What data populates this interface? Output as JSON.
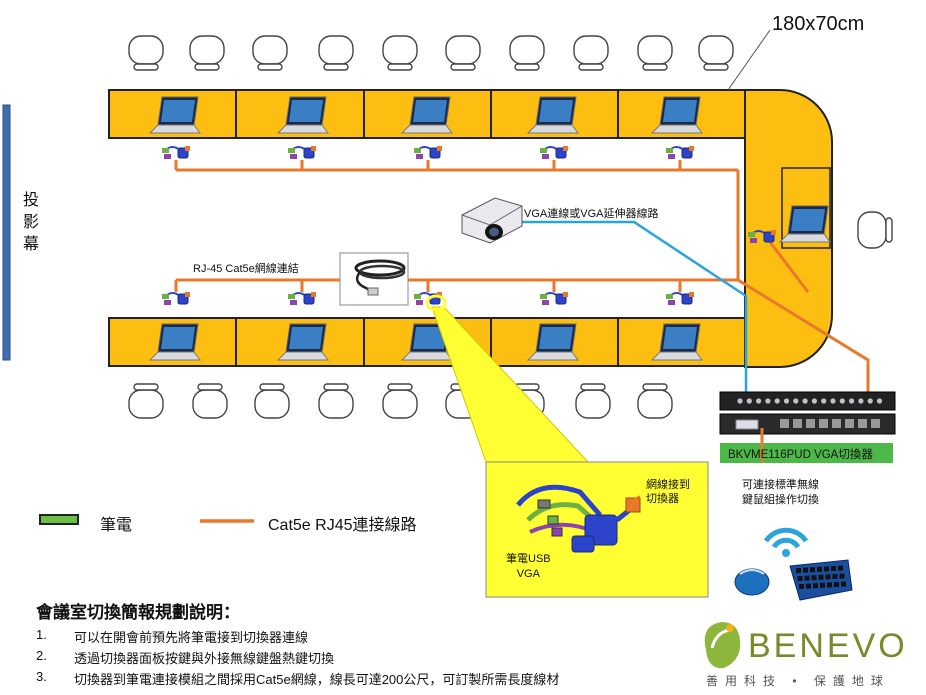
{
  "size_label": "180x70cm",
  "screen_label": "投影幕",
  "projector_label": "VGA連線或VGA延伸器線路",
  "cat5e_cable_label": "RJ-45 Cat5e網線連結",
  "switch_label": "BKVME116PUD VGA切換器",
  "wireless_label": "可連接標準無線\n鍵鼠組操作切換",
  "callout": {
    "net_label": "網線接到\n切換器",
    "usb_label": "筆電USB\nVGA"
  },
  "legend": {
    "laptop": "筆電",
    "cable": "Cat5e RJ45連接線路"
  },
  "notes": {
    "title": "會議室切換簡報規劃說明：",
    "items": [
      {
        "num": "1.",
        "text": "可以在開會前預先將筆電接到切換器連線"
      },
      {
        "num": "2.",
        "text": "透過切換器面板按鍵與外接無線鍵盤熱鍵切換"
      },
      {
        "num": "3.",
        "text": "切換器到筆電連接模組之間採用Cat5e網線，線長可達200公尺，可訂製所需長度線材"
      }
    ]
  },
  "logo": {
    "brand": "BENEVO",
    "tagline": "善用科技 • 保護地球"
  },
  "colors": {
    "table": "#FDBE12",
    "cable": "#E8782A",
    "vga": "#2BA3DC",
    "callout": "#FFFF33",
    "screen": "#3E6FB2",
    "switch_label_bg": "#4CB848",
    "legend_laptop": "#6DBE45",
    "logo": "#8DB63C"
  }
}
